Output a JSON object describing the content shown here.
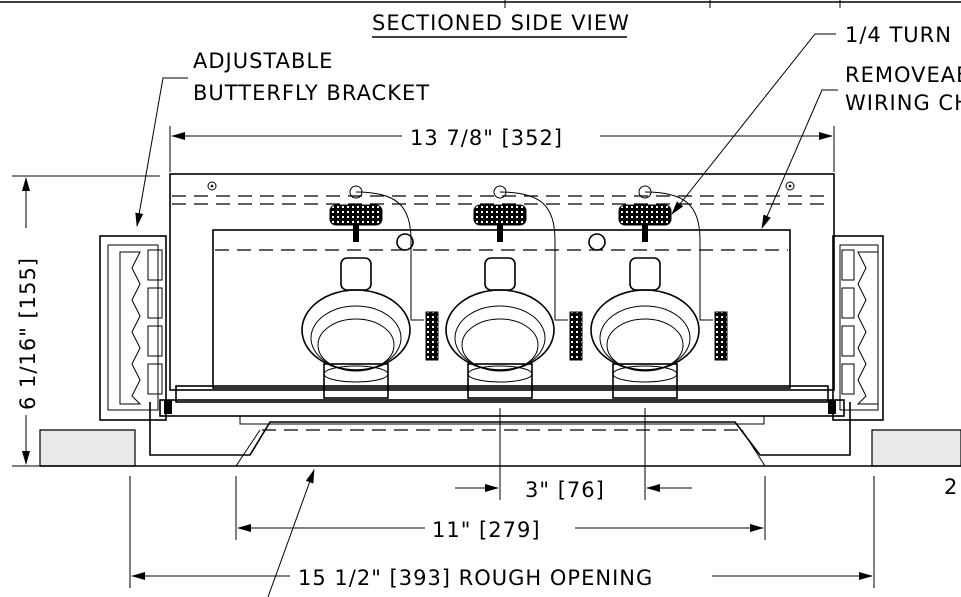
{
  "view_title": "SECTIONED SIDE VIEW",
  "callouts": {
    "quarter_turn": "1/4 TURN",
    "removable_line1": "REMOVEAB",
    "removable_line2": "WIRING CH",
    "bracket_line1": "ADJUSTABLE",
    "bracket_line2": "BUTTERFLY BRACKET"
  },
  "dimensions": {
    "overall_width": "13 7/8\" [352]",
    "height": "6 1/16\" [155]",
    "spacing": "3\" [76]",
    "aperture": "11\" [279]",
    "rough_opening": "15 1/2\" [393] ROUGH OPENING",
    "partial_right": "2"
  }
}
